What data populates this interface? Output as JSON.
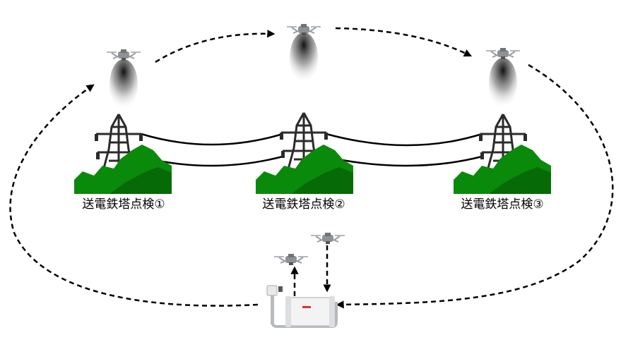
{
  "sites": [
    {
      "label": "送電鉄塔点検①"
    },
    {
      "label": "送電鉄塔点検②"
    },
    {
      "label": "送電鉄塔点検③"
    }
  ],
  "colors": {
    "hill_light": "#0a8a0a",
    "hill_dark": "#066b06",
    "tower": "#2b2b2b",
    "flight_path": "#000000",
    "drone": "#a8acb0"
  },
  "icons": [
    "drone-icon",
    "transmission-tower-icon",
    "mountain-icon",
    "drone-port-station-icon",
    "inspection-beam-icon"
  ]
}
